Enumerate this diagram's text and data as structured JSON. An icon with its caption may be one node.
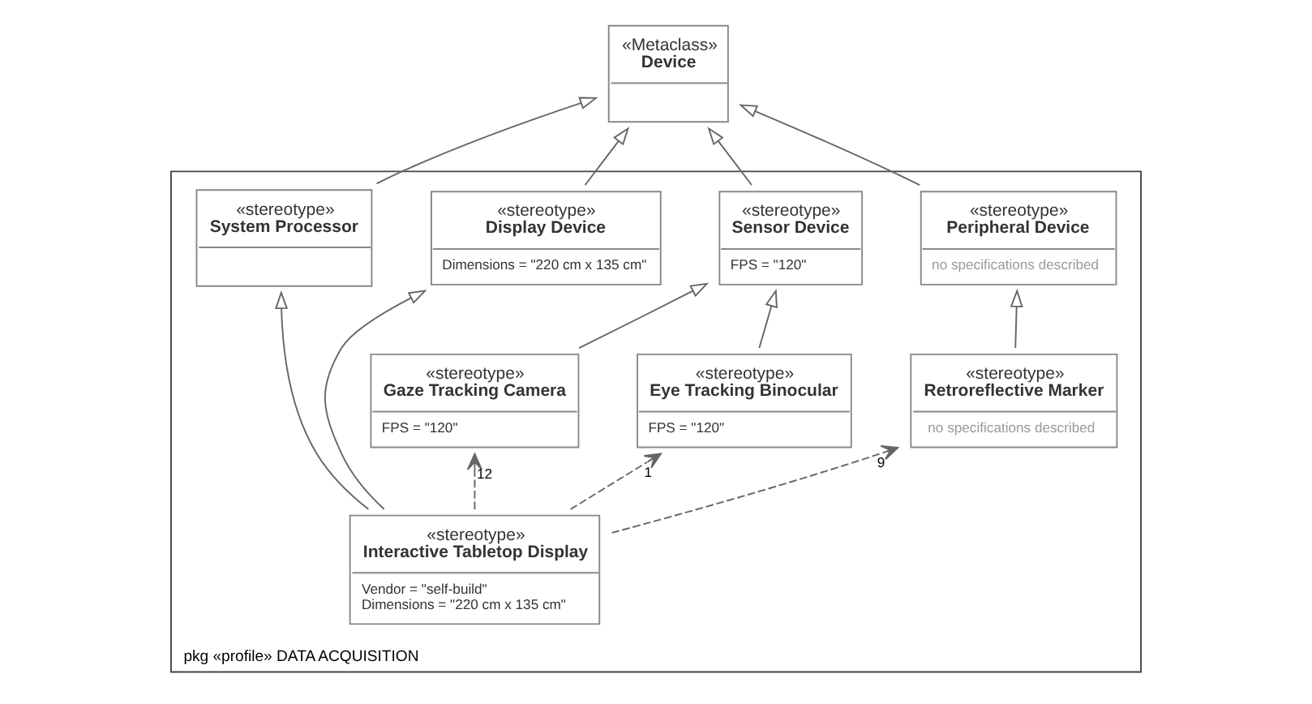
{
  "diagram": {
    "nodes": [
      {
        "text": [
          "«Metaclass»",
          "Device"
        ]
      },
      {
        "text": [
          "pkg «profile» DATA ACQUISITION"
        ]
      },
      {
        "text": [
          "«stereotype»",
          "Sensor Device",
          "FPS = \"120\""
        ],
        "in": 1
      },
      {
        "text": [
          "«stereotype»",
          "System Processor"
        ],
        "in": 1
      },
      {
        "text": [
          "«stereotype»",
          "Display Device",
          "Dimensions = \"220 cm x 135 cm\""
        ],
        "in": 1
      },
      {
        "text": [
          "«stereotype»",
          "Peripheral Device",
          "no specifications described"
        ],
        "in": 1
      },
      {
        "text": [
          "«stereotype»",
          "Gaze Tracking Camera",
          "FPS = \"120\""
        ],
        "in": 1
      },
      {
        "text": [
          "«stereotype»",
          "Eye Tracking Binocular",
          "FPS = \"120\""
        ],
        "in": 1
      },
      {
        "text": [
          "«stereotype»",
          "Retroreflective Marker",
          "no specifications described"
        ],
        "in": 1
      },
      {
        "text": [
          "«stereotype»",
          "Interactive Tabletop Display",
          "Vendor = \"self-build\"",
          "Dimensions = \"220 cm x 135 cm\""
        ],
        "in": 1
      }
    ],
    "edges": [
      {
        "from": 2,
        "to": 0,
        "arrow": "to"
      },
      {
        "from": 3,
        "to": 0,
        "arrow": "to"
      },
      {
        "from": 4,
        "to": 0,
        "arrow": "to"
      },
      {
        "from": 5,
        "to": 0,
        "arrow": "to"
      },
      {
        "from": 6,
        "to": 2,
        "arrow": "to"
      },
      {
        "from": 7,
        "to": 2,
        "arrow": "to"
      },
      {
        "from": 8,
        "to": 5,
        "arrow": "to"
      },
      {
        "from": 9,
        "to": 3,
        "arrow": "to"
      },
      {
        "from": 9,
        "to": 4,
        "arrow": "to"
      },
      {
        "from": 9,
        "to": 6,
        "arrow": "to",
        "style": "dashed",
        "label": "12"
      },
      {
        "from": 9,
        "to": 7,
        "arrow": "to",
        "style": "dashed",
        "label": "1"
      },
      {
        "from": 9,
        "to": 8,
        "arrow": "to",
        "style": "dashed",
        "label": "9"
      }
    ]
  }
}
